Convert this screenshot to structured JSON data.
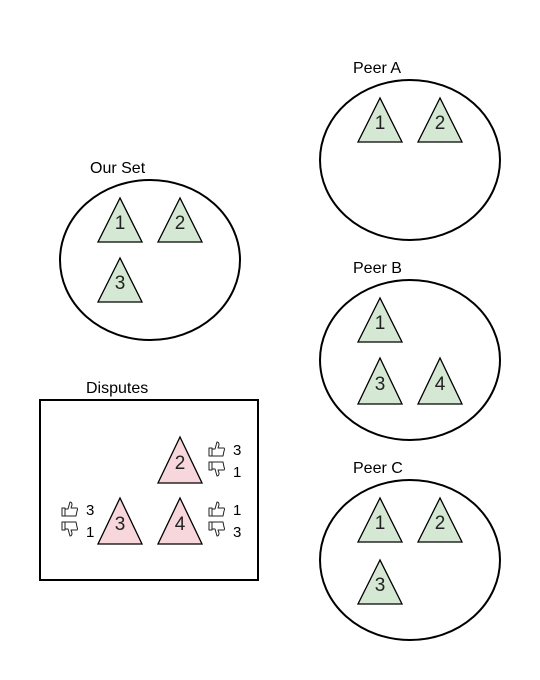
{
  "colors": {
    "accepted_fill": "#d5e8d4",
    "disputed_fill": "#f8d7dc",
    "stroke": "#000000"
  },
  "sets": {
    "our_set": {
      "label": "Our Set",
      "items": [
        "1",
        "2",
        "3"
      ]
    },
    "peer_a": {
      "label": "Peer A",
      "items": [
        "1",
        "2"
      ]
    },
    "peer_b": {
      "label": "Peer B",
      "items": [
        "1",
        "3",
        "4"
      ]
    },
    "peer_c": {
      "label": "Peer C",
      "items": [
        "1",
        "2",
        "3"
      ]
    }
  },
  "disputes": {
    "label": "Disputes",
    "items": [
      {
        "id": "2",
        "up": "3",
        "down": "1"
      },
      {
        "id": "3",
        "up": "3",
        "down": "1"
      },
      {
        "id": "4",
        "up": "1",
        "down": "3"
      }
    ]
  },
  "icons": {
    "up": "thumbs-up-icon",
    "down": "thumbs-down-icon"
  }
}
